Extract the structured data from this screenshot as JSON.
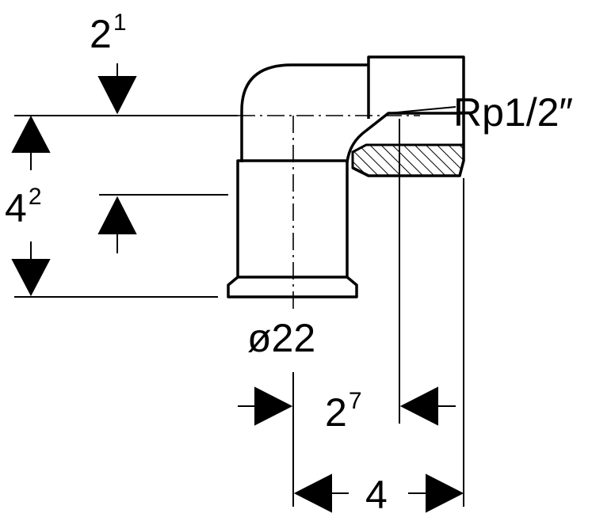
{
  "dimensions": {
    "top_offset": {
      "base": "2",
      "sup": "1"
    },
    "height_total": {
      "base": "4",
      "sup": "2"
    },
    "diameter": "ø22",
    "thread": "Rp1/2″",
    "socket_offset": {
      "base": "2",
      "sup": "7"
    },
    "width_total": "4"
  },
  "colors": {
    "line": "#000000",
    "background": "#ffffff"
  }
}
